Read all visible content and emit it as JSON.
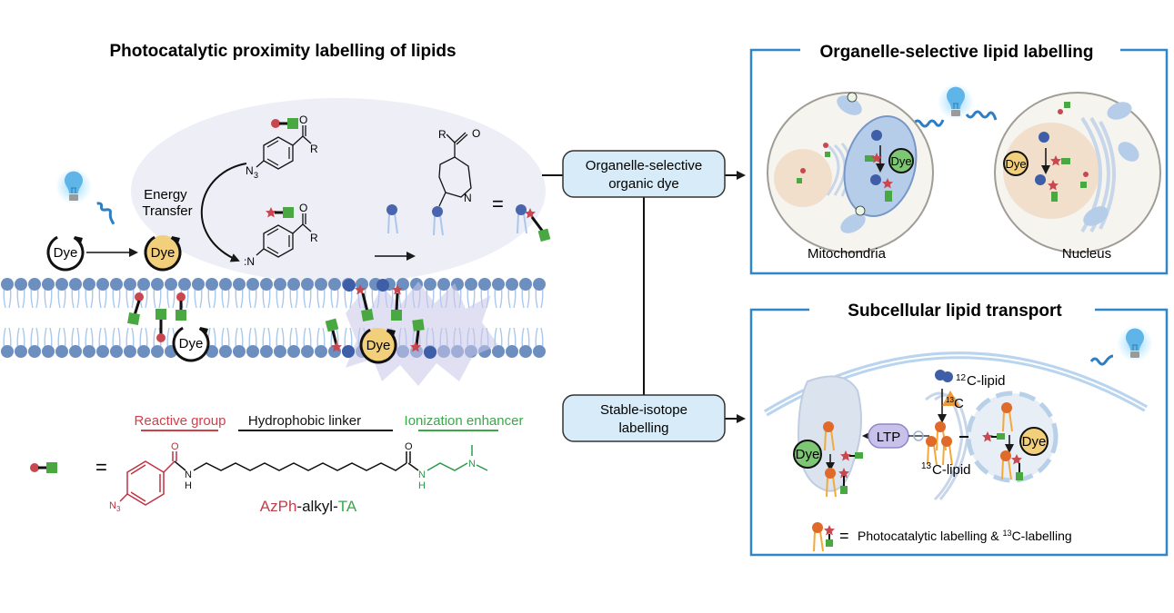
{
  "left_panel": {
    "title": "Photocatalytic proximity labelling of lipids",
    "energy_transfer": [
      "Energy",
      "Transfer"
    ],
    "dye_label": "Dye",
    "chem_labels": {
      "azide": "N",
      "azide_sub": "3",
      "nitrene": ":N",
      "carbonyl_o": "O",
      "r_group": "R",
      "ring_n": "N",
      "equals": "="
    }
  },
  "probe_structure": {
    "segments": [
      {
        "label": "Reactive group",
        "color": "#d0404a"
      },
      {
        "label": "Hydrophobic linker",
        "color": "#111111"
      },
      {
        "label": "Ionization enhancer",
        "color": "#3aa84a"
      }
    ],
    "equals": "=",
    "amide_o": "O",
    "amide_nh": "N",
    "amide_h": "H",
    "amine_n": "N",
    "azide": "N",
    "azide_sub": "3",
    "name_parts": [
      {
        "text": "AzPh",
        "color": "#c0404a"
      },
      {
        "text": "-alkyl-",
        "color": "#111111"
      },
      {
        "text": "TA",
        "color": "#3aa84a"
      }
    ]
  },
  "flow": {
    "box1": [
      "Organelle-selective",
      "organic dye"
    ],
    "box2": [
      "Stable-isotope",
      "labelling"
    ]
  },
  "organelle_panel": {
    "title": "Organelle-selective lipid labelling",
    "cell1_label": "Mitochondria",
    "cell2_label": "Nucleus",
    "dye_label": "Dye"
  },
  "transport_panel": {
    "title": "Subcellular lipid transport",
    "ltp": "LTP",
    "c12_sup": "12",
    "c12_label": "C-lipid",
    "c13_sup": "13",
    "c13_tag": "C",
    "c13_label": "C-lipid",
    "dye_label": "Dye",
    "legend_eq": "=",
    "legend_text": "Photocatalytic labelling & ",
    "legend_sup": "13",
    "legend_tail": "C-labelling"
  },
  "colors": {
    "panel_border": "#2f86c8",
    "box_fill": "#d7ecf8",
    "dye_yellow": "#f2cf7a",
    "dye_green": "#7dc673",
    "lipid_head": "#6d8fc0",
    "lipid_head_dark": "#3f5ea8",
    "lipid_tail": "#a9c8ee",
    "reactive_red": "#c9474f",
    "enhancer_green": "#4aa843",
    "lipid_orange": "#e06a2a",
    "bulb_blue": "#5fb4e8"
  }
}
